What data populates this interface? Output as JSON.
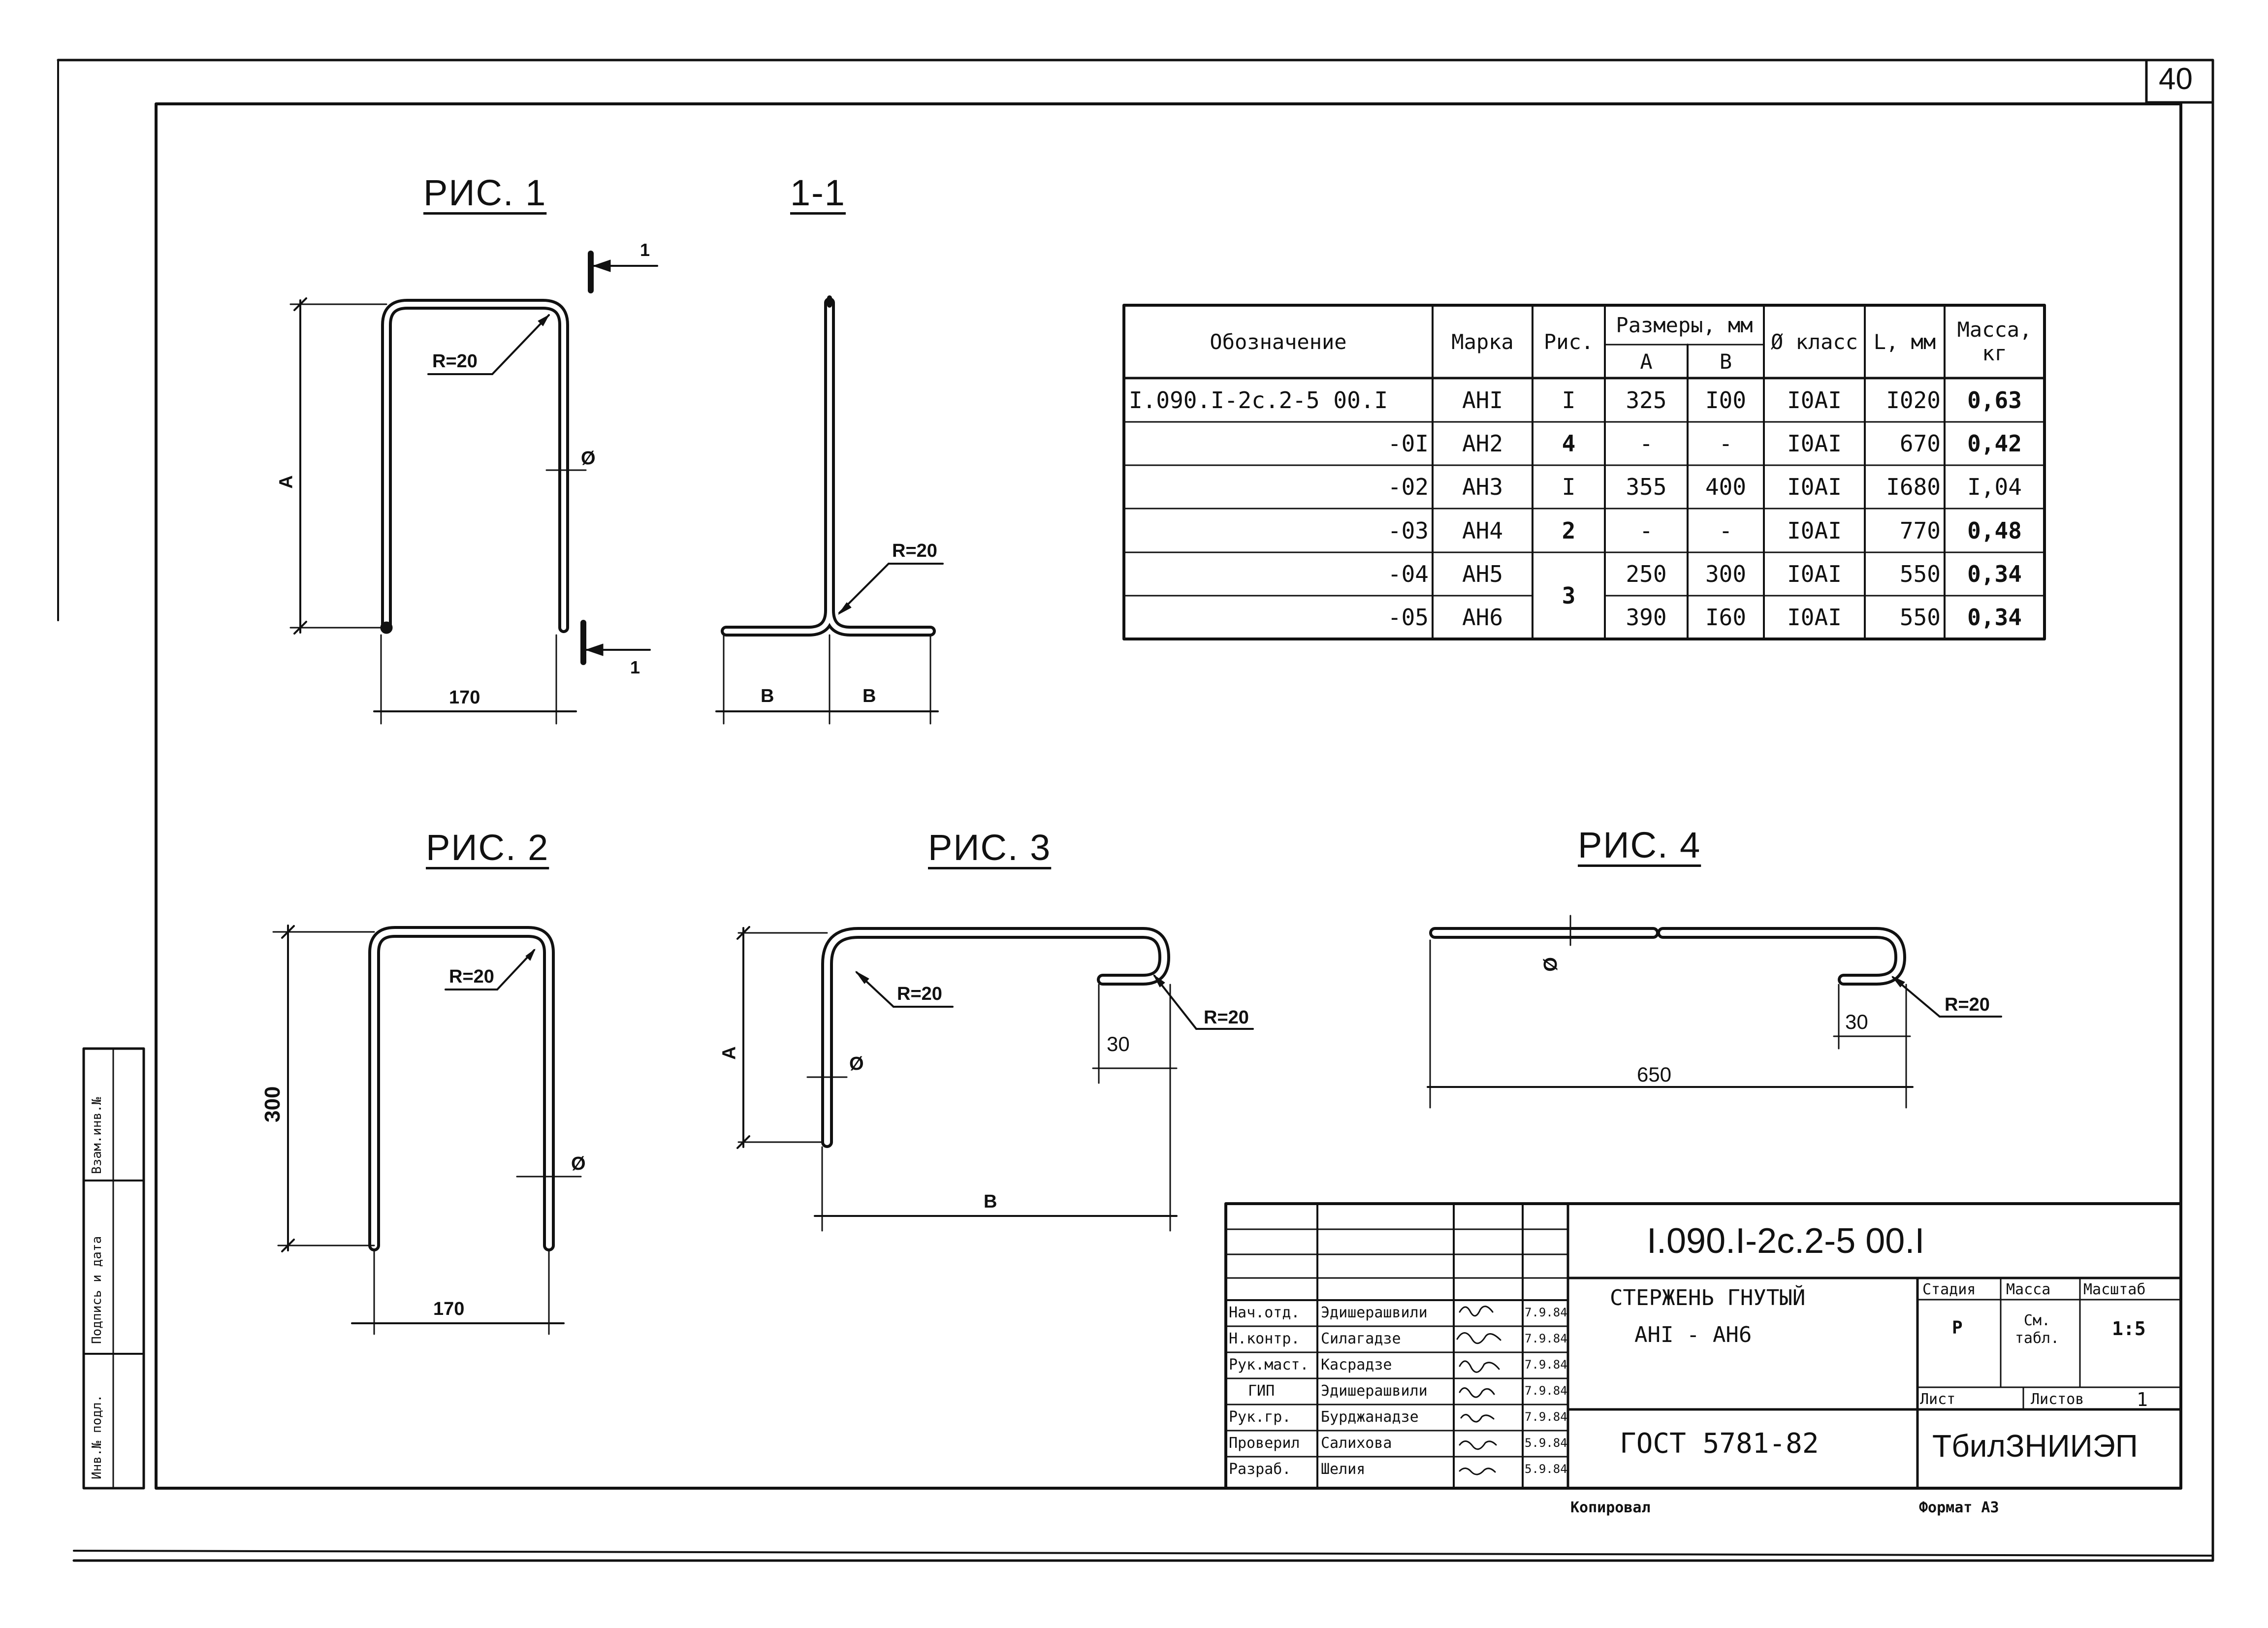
{
  "sheet_number": "40",
  "figures": {
    "fig1": "РИС. 1",
    "section": "1-1",
    "fig2": "РИС. 2",
    "fig3": "РИС. 3",
    "fig4": "РИС. 4"
  },
  "dims": {
    "r20": "R=20",
    "a": "A",
    "b": "B",
    "d": "Ø",
    "w170": "170",
    "h300": "300",
    "d30": "30",
    "l650": "650",
    "cut": "1"
  },
  "table": {
    "headers": {
      "designation": "Обозначение",
      "mark": "Марка",
      "fig": "Рис.",
      "sizes": "Размеры, мм",
      "a": "A",
      "b": "B",
      "class": "Ø класс",
      "l": "L, мм",
      "mass": "Масса, кг"
    },
    "rows": [
      {
        "designation": "I.090.I-2с.2-5 00.I",
        "mark": "АНI",
        "fig": "I",
        "a": "325",
        "b": "I00",
        "class": "I0АI",
        "l": "I020",
        "mass": "0,63"
      },
      {
        "designation": "-0I",
        "mark": "АН2",
        "fig": "4",
        "a": "-",
        "b": "-",
        "class": "I0АI",
        "l": "670",
        "mass": "0,42"
      },
      {
        "designation": "-02",
        "mark": "АН3",
        "fig": "I",
        "a": "355",
        "b": "400",
        "class": "I0АI",
        "l": "I680",
        "mass": "I,04"
      },
      {
        "designation": "-03",
        "mark": "АН4",
        "fig": "2",
        "a": "-",
        "b": "-",
        "class": "I0АI",
        "l": "770",
        "mass": "0,48"
      },
      {
        "designation": "-04",
        "mark": "АН5",
        "fig": "3",
        "a": "250",
        "b": "300",
        "class": "I0АI",
        "l": "550",
        "mass": "0,34"
      },
      {
        "designation": "-05",
        "mark": "АН6",
        "fig": "",
        "a": "390",
        "b": "I60",
        "class": "I0АI",
        "l": "550",
        "mass": "0,34"
      }
    ]
  },
  "title_block": {
    "code": "I.090.I-2с.2-5  00.I",
    "title_line1": "СТЕРЖЕНЬ ГНУТЫЙ",
    "title_line2": "АНI - АН6",
    "standard": "ГОСТ  5781-82",
    "org": "ТбилЗНИИЭП",
    "stage_label": "Стадия",
    "mass_label": "Масса",
    "scale_label": "Масштаб",
    "stage": "Р",
    "mass": "См. табл.",
    "scale": "1:5",
    "sheet_label": "Лист",
    "sheets_label": "Листов",
    "sheets": "1",
    "copied": "Копировал",
    "format": "Формат А3",
    "people": [
      {
        "role": "Нач.отд.",
        "name": "Эдишерашвили",
        "date": "7.9.84"
      },
      {
        "role": "Н.контр.",
        "name": "Силагадзе",
        "date": "7.9.84"
      },
      {
        "role": "Рук.маст.",
        "name": "Касрадзе",
        "date": "7.9.84"
      },
      {
        "role": "ГИП",
        "name": "Эдишерашвили",
        "date": "7.9.84"
      },
      {
        "role": "Рук.гр.",
        "name": "Бурджанадзе",
        "date": "7.9.84"
      },
      {
        "role": "Проверил",
        "name": "Салихова",
        "date": "5.9.84"
      },
      {
        "role": "Разраб.",
        "name": "Шелия",
        "date": "5.9.84"
      }
    ]
  },
  "side_stamp": {
    "inv_orig": "Инв.№ подл.",
    "sign_date": "Подпись и дата",
    "inv_dup": "Взам.инв.№"
  }
}
